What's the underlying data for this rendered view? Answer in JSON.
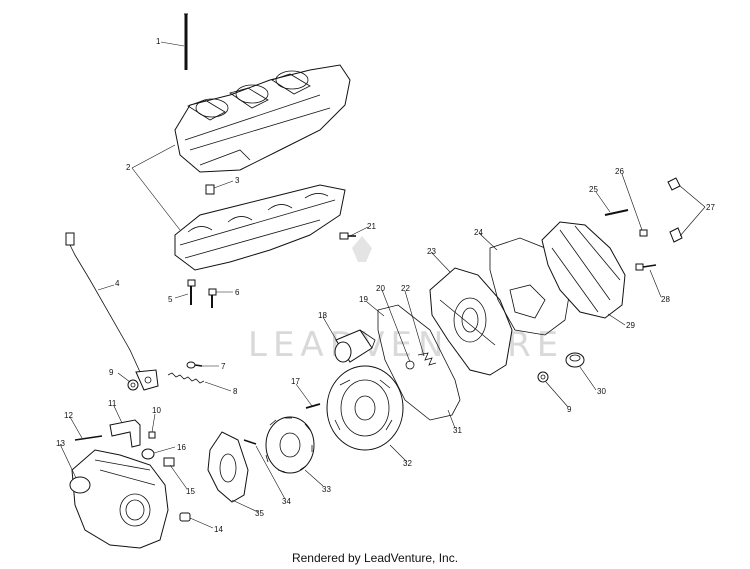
{
  "watermark": {
    "text": "LEADVENTURE"
  },
  "footer": {
    "text": "Rendered by LeadVenture, Inc."
  },
  "callouts": [
    {
      "id": "c1",
      "label": "1"
    },
    {
      "id": "c2",
      "label": "2"
    },
    {
      "id": "c3",
      "label": "3"
    },
    {
      "id": "c4",
      "label": "4"
    },
    {
      "id": "c5",
      "label": "5"
    },
    {
      "id": "c6",
      "label": "6"
    },
    {
      "id": "c7",
      "label": "7"
    },
    {
      "id": "c8",
      "label": "8"
    },
    {
      "id": "c9a",
      "label": "9"
    },
    {
      "id": "c9b",
      "label": "9"
    },
    {
      "id": "c10",
      "label": "10"
    },
    {
      "id": "c11",
      "label": "11"
    },
    {
      "id": "c12",
      "label": "12"
    },
    {
      "id": "c13",
      "label": "13"
    },
    {
      "id": "c14",
      "label": "14"
    },
    {
      "id": "c15",
      "label": "15"
    },
    {
      "id": "c16",
      "label": "16"
    },
    {
      "id": "c17",
      "label": "17"
    },
    {
      "id": "c18",
      "label": "18"
    },
    {
      "id": "c19",
      "label": "19"
    },
    {
      "id": "c20",
      "label": "20"
    },
    {
      "id": "c21",
      "label": "21"
    },
    {
      "id": "c22",
      "label": "22"
    },
    {
      "id": "c23",
      "label": "23"
    },
    {
      "id": "c24",
      "label": "24"
    },
    {
      "id": "c25",
      "label": "25"
    },
    {
      "id": "c26",
      "label": "26"
    },
    {
      "id": "c27",
      "label": "27"
    },
    {
      "id": "c28",
      "label": "28"
    },
    {
      "id": "c29",
      "label": "29"
    },
    {
      "id": "c30",
      "label": "30"
    },
    {
      "id": "c31",
      "label": "31"
    },
    {
      "id": "c32",
      "label": "32"
    },
    {
      "id": "c33",
      "label": "33"
    },
    {
      "id": "c34",
      "label": "34"
    },
    {
      "id": "c35",
      "label": "35"
    }
  ]
}
